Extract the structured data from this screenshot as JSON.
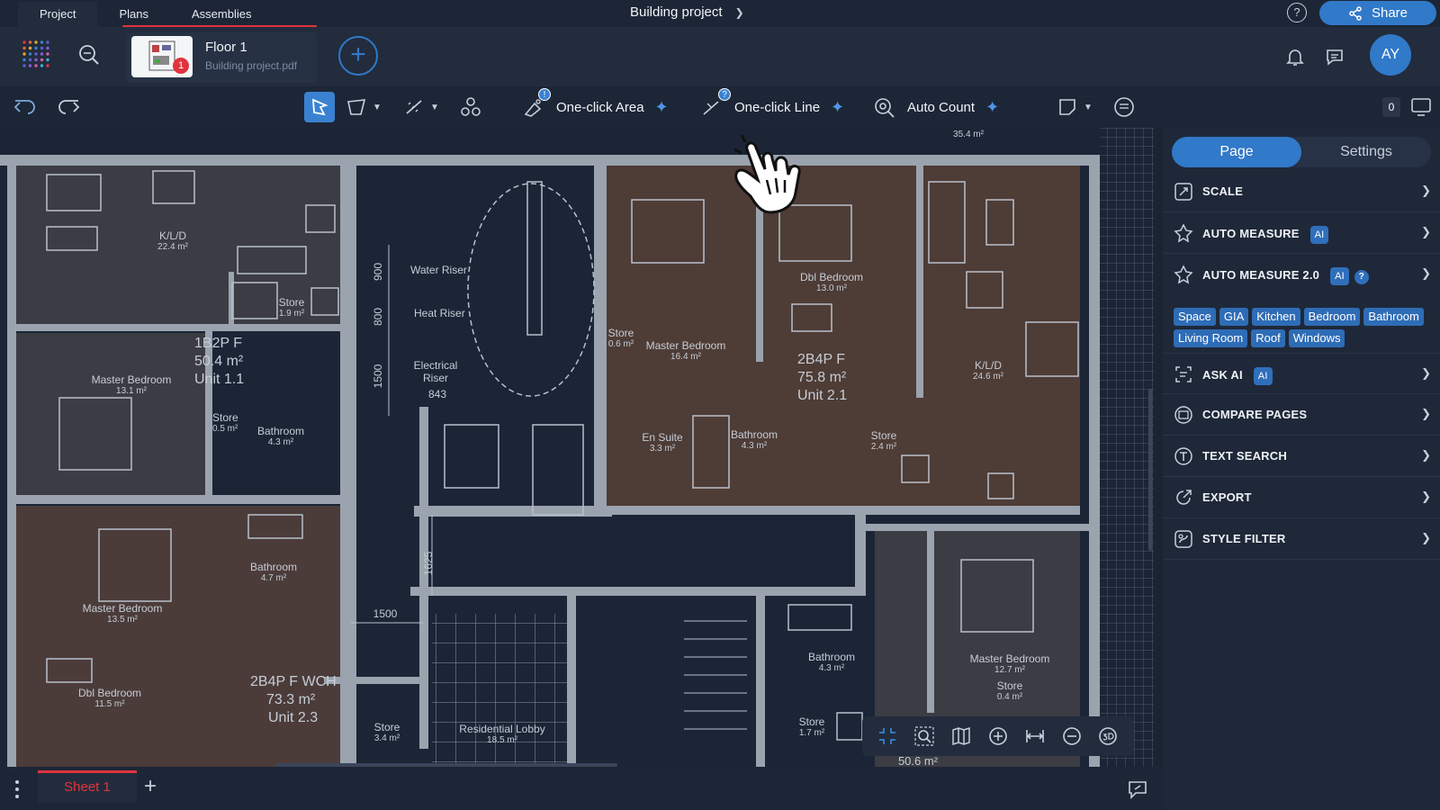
{
  "top_tabs": [
    {
      "label": "Project"
    },
    {
      "label": "Plans"
    },
    {
      "label": "Assemblies"
    }
  ],
  "project_title": "Building project",
  "share_label": "Share",
  "document": {
    "title": "Floor 1",
    "filename": "Building project.pdf",
    "badge_count": "1"
  },
  "user_initials": "AY",
  "toolbar": {
    "one_click_area": "One-click Area",
    "one_click_area_badge": "!",
    "one_click_line": "One-click Line",
    "one_click_line_badge": "?",
    "auto_count": "Auto Count",
    "count_value": "0"
  },
  "panel": {
    "tab_page": "Page",
    "tab_settings": "Settings",
    "rows": [
      {
        "label": "SCALE"
      },
      {
        "label": "AUTO MEASURE",
        "ai": "AI"
      },
      {
        "label": "AUTO MEASURE 2.0",
        "ai": "AI",
        "help": "?"
      },
      {
        "label": "ASK AI",
        "ai": "AI"
      },
      {
        "label": "COMPARE PAGES"
      },
      {
        "label": "TEXT SEARCH"
      },
      {
        "label": "EXPORT"
      },
      {
        "label": "STYLE FILTER"
      }
    ],
    "chips": [
      "Space",
      "GIA",
      "Kitchen",
      "Bedroom",
      "Bathroom",
      "Living Room",
      "Roof",
      "Windows"
    ]
  },
  "sheet": {
    "name": "Sheet 1"
  },
  "plan_labels": {
    "kld1": "K/L/D",
    "kld1_area": "22.4 m²",
    "store1": "Store",
    "store1_area": "1.9 m²",
    "unit11_type": "1B2P F",
    "unit11_area": "50.4 m²",
    "unit11_name": "Unit 1.1",
    "mb1": "Master Bedroom",
    "mb1_area": "13.1 m²",
    "store2": "Store",
    "store2_area": "0.5 m²",
    "bath1": "Bathroom",
    "bath1_area": "4.3 m²",
    "water_riser": "Water Riser",
    "heat_riser": "Heat Riser",
    "elec_riser1": "Electrical",
    "elec_riser2": "Riser",
    "elec_num": "843",
    "dim900": "900",
    "dim800": "800",
    "dim1500v": "1500",
    "dim1625": "1625",
    "dim1500h": "1500",
    "store3": "Store",
    "store3_area": "0.6 m²",
    "mb2": "Master Bedroom",
    "mb2_area": "16.4 m²",
    "dbl1": "Dbl Bedroom",
    "dbl1_area": "13.0 m²",
    "unit21_type": "2B4P F",
    "unit21_area": "75.8 m²",
    "unit21_name": "Unit 2.1",
    "kld2": "K/L/D",
    "kld2_area": "24.6 m²",
    "ensuite": "En Suite",
    "ensuite_area": "3.3 m²",
    "bath2": "Bathroom",
    "bath2_area": "4.3 m²",
    "store4": "Store",
    "store4_area": "2.4 m²",
    "bath3": "Bathroom",
    "bath3_area": "4.7 m²",
    "mb3": "Master Bedroom",
    "mb3_area": "13.5 m²",
    "unit23_type": "2B4P F WCH",
    "unit23_area": "73.3 m²",
    "unit23_name": "Unit 2.3",
    "dbl2": "Dbl Bedroom",
    "dbl2_area": "11.5 m²",
    "store5": "Store",
    "store5_area": "3.4 m²",
    "lobby": "Residential Lobby",
    "lobby_area": "18.5 m²",
    "bath4": "Bathroom",
    "bath4_area": "4.3 m²",
    "mb4": "Master Bedroom",
    "mb4_area": "12.7 m²",
    "store6": "Store",
    "store6_area": "0.4 m²",
    "store7": "Store",
    "store7_area": "1.7 m²",
    "top_area": "35.4 m²",
    "bottom_area": "50.6 m²"
  }
}
